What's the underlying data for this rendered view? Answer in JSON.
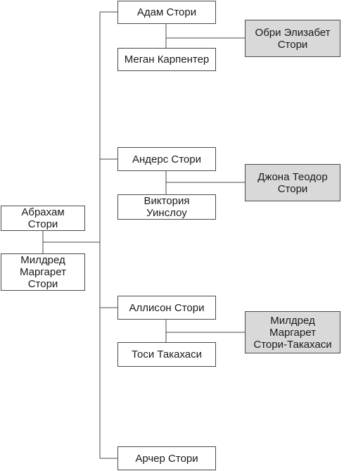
{
  "tree": {
    "root": {
      "father": "Абрахам\nСтори",
      "mother": "Милдред\nМаргарет\nСтори"
    },
    "families": [
      {
        "child": "Адам Стори",
        "spouse": "Меган Карпентер",
        "grandchild": "Обри Элизабет\nСтори"
      },
      {
        "child": "Андерс Стори",
        "spouse": "Виктория\nУинслоу",
        "grandchild": "Джона Теодор\nСтори"
      },
      {
        "child": "Аллисон Стори",
        "spouse": "Тоси Такахаси",
        "grandchild": "Милдред\nМаргарет\nСтори-Такахаси"
      },
      {
        "child": "Арчер Стори"
      }
    ]
  },
  "colors": {
    "line": "#4a4a4a",
    "box_fill": "#ffffff",
    "grandchild_fill": "#d9d9d9"
  }
}
